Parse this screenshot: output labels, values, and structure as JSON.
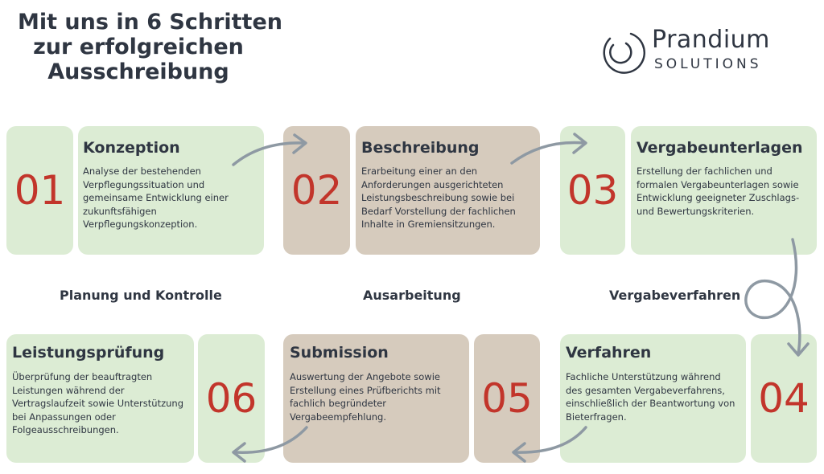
{
  "title": {
    "line1": "Mit uns in 6 Schritten",
    "line2": "zur erfolgreichen",
    "line3": "Ausschreibung"
  },
  "logo": {
    "name": "Prandium",
    "sub": "SOLUTIONS"
  },
  "phases": {
    "planning": "Planung und Kontrolle",
    "elaboration": "Ausarbeitung",
    "award": "Vergabeverfahren"
  },
  "steps": [
    {
      "number": "01",
      "title": "Konzeption",
      "text": "Analyse der bestehenden Verpflegungssituation und gemeinsame Entwicklung einer zukunftsfähigen Verpflegungskonzeption."
    },
    {
      "number": "02",
      "title": "Beschreibung",
      "text": "Erarbeitung einer an den Anforderungen ausgerichteten Leistungsbeschreibung sowie bei Bedarf Vorstellung der fachlichen Inhalte in Gremiensitzungen."
    },
    {
      "number": "03",
      "title": "Vergabeunterlagen",
      "text": "Erstellung der fachlichen und formalen Vergabeunterlagen sowie Entwicklung geeigneter Zuschlags- und Bewertungskriterien."
    },
    {
      "number": "04",
      "title": "Verfahren",
      "text": "Fachliche Unterstützung während des gesamten Vergabeverfahrens, einschließlich der Beantwortung von Bieterfragen."
    },
    {
      "number": "05",
      "title": "Submission",
      "text": "Auswertung der Angebote sowie Erstellung eines Prüfberichts mit fachlich begründeter Vergabeempfehlung."
    },
    {
      "number": "06",
      "title": "Leistungsprüfung",
      "text": "Überprüfung der beauftragten Leistungen während der Vertragslaufzeit sowie Unterstützung bei Anpassungen oder Folgeausschreibungen."
    }
  ],
  "colors": {
    "green": "#dcecd4",
    "tan": "#d6cbbd",
    "number_red": "#c2352b",
    "text_dark": "#2f3642",
    "arrow_gray": "#8e99a3"
  }
}
